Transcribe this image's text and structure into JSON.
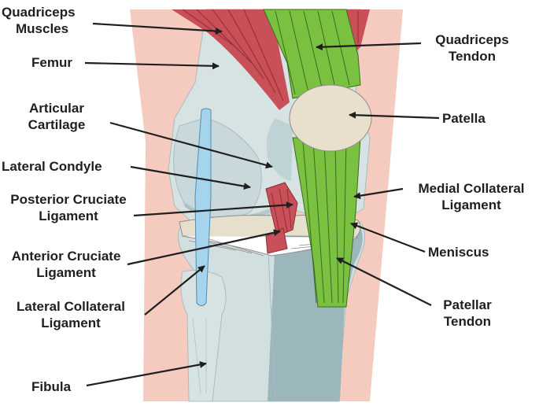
{
  "labels": {
    "quadriceps_muscles": {
      "line1": "Quadriceps",
      "line2": "Muscles"
    },
    "femur": "Femur",
    "articular_cartilage": {
      "line1": "Articular",
      "line2": "Cartilage"
    },
    "lateral_condyle": "Lateral Condyle",
    "posterior_cruciate": {
      "line1": "Posterior Cruciate",
      "line2": "Ligament"
    },
    "anterior_cruciate": {
      "line1": "Anterior Cruciate",
      "line2": "Ligament"
    },
    "lateral_collateral": {
      "line1": "Lateral Collateral",
      "line2": "Ligament"
    },
    "fibula": "Fibula",
    "quadriceps_tendon": {
      "line1": "Quadriceps",
      "line2": "Tendon"
    },
    "patella": "Patella",
    "medial_collateral": {
      "line1": "Medial Collateral",
      "line2": "Ligament"
    },
    "meniscus": "Meniscus",
    "patellar_tendon": {
      "line1": "Patellar",
      "line2": "Tendon"
    }
  },
  "colors": {
    "skin": "#f6cbbf",
    "bone": "#d7e2e3",
    "bone_shadow": "#9bb7bb",
    "muscle": "#c95058",
    "tendon": "#7ac142",
    "patella": "#e8e0cc",
    "collateral_ligament": "#a6d4ec",
    "ink": "#1f1f1f"
  }
}
